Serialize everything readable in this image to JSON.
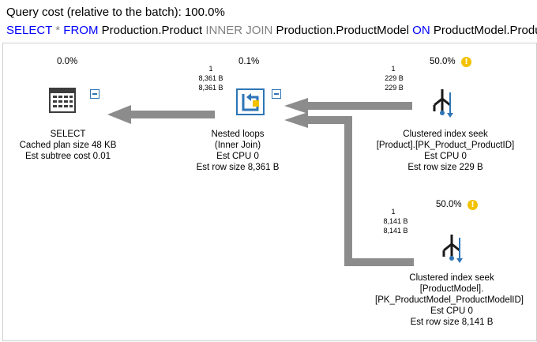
{
  "header": {
    "query_cost": "Query cost (relative to the batch):  100.0%",
    "sql_select": "SELECT",
    "sql_star": " * ",
    "sql_from": "FROM",
    "sql_table1": " Production.Product ",
    "sql_inner_join": "INNER JOIN",
    "sql_table2": " Production.ProductModel ",
    "sql_on": "ON",
    "sql_tail": " ProductModel.ProductModelID"
  },
  "nodes": {
    "select": {
      "cost": "0.0%",
      "title": "SELECT",
      "line2": "Cached plan size  48 KB",
      "line3": "Est subtree cost  0.01",
      "icon": "result-grid-icon"
    },
    "nested_loops": {
      "cost": "0.1%",
      "rows_top": "1",
      "size_top": "8,361 B",
      "size_bottom": "8,361 B",
      "title": "Nested loops",
      "line2": "(Inner Join)",
      "line3": "Est CPU  0",
      "line4": "Est row size  8,361 B",
      "icon": "nested-loops-icon"
    },
    "seek_product": {
      "cost": "50.0%",
      "rows": "1",
      "size_top": "229 B",
      "size_bottom": "229 B",
      "title": "Clustered index seek",
      "line2": "[Product].[PK_Product_ProductID]",
      "line3": "Est CPU  0",
      "line4": "Est row size  229 B",
      "icon": "clustered-index-seek-icon",
      "warning": "!"
    },
    "seek_model": {
      "cost": "50.0%",
      "rows": "1",
      "size_top": "8,141 B",
      "size_bottom": "8,141 B",
      "title": "Clustered index seek",
      "line2": "[ProductModel].",
      "line3": "[PK_ProductModel_ProductModelID]",
      "line4": "Est CPU  0",
      "line5": "Est row size  8,141 B",
      "icon": "clustered-index-seek-icon",
      "warning": "!"
    }
  },
  "colors": {
    "keyword": "#0000ff",
    "arrow": "#8c8c8c",
    "icon_blue": "#2e75b6",
    "warning": "#f2c200"
  }
}
